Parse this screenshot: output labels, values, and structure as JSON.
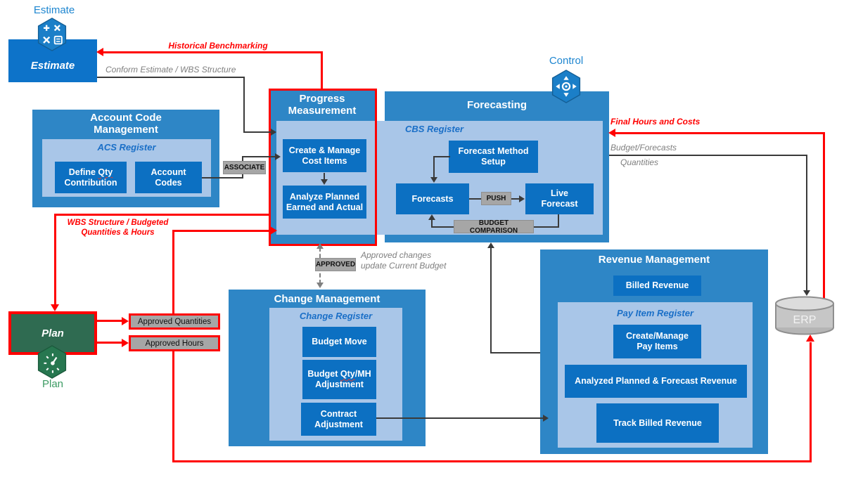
{
  "apps": {
    "estimate": {
      "label": "Estimate",
      "box": "Estimate"
    },
    "plan": {
      "label": "Plan",
      "box": "Plan"
    },
    "control": {
      "label": "Control"
    },
    "erp": {
      "label": "ERP"
    }
  },
  "sections": {
    "account_code_management": {
      "title": "Account Code Management",
      "register": "ACS Register",
      "define_qty": {
        "pre": "Define ",
        "underlined": "Qty",
        "post": " Contribution"
      },
      "account_codes": "Account Codes"
    },
    "progress_measurement": {
      "title": "Progress Measurement",
      "create_manage_cost_items": "Create & Manage Cost Items",
      "analyze_planned": "Analyze Planned Earned and Actual"
    },
    "forecasting": {
      "title": "Forecasting",
      "register": "CBS Register",
      "forecast_method_setup": "Forecast Method Setup",
      "forecasts": "Forecasts",
      "live_forecast": "Live Forecast",
      "push": "PUSH",
      "budget_comparison": "BUDGET COMPARISON"
    },
    "change_management": {
      "title": "Change Management",
      "register": "Change Register",
      "budget_move": "Budget Move",
      "budget_qty_mh": {
        "pre": "Budget ",
        "underlined": "Qty",
        "post": "/MH Adjustment"
      },
      "contract_adjustment": "Contract Adjustment"
    },
    "revenue_management": {
      "title": "Revenue Management",
      "billed_revenue": "Billed Revenue",
      "register": "Pay Item Register",
      "create_manage_pay_items": "Create/Manage Pay Items",
      "analyzed_planned_forecast_revenue": "Analyzed Planned & Forecast Revenue",
      "track_billed_revenue": "Track Billed Revenue"
    }
  },
  "flows": {
    "historical_benchmarking": "Historical Benchmarking",
    "conform_estimate": "Conform Estimate / WBS Structure",
    "wbs_structure": "WBS Structure / Budgeted Quantities & Hours",
    "associate": "ASSOCIATE",
    "approved": "APPROVED",
    "approved_changes_line1": "Approved changes",
    "approved_changes_line2": "update Current Budget",
    "approved_quantities": "Approved Quantities",
    "approved_hours": "Approved Hours",
    "final_hours_and_costs": "Final Hours and Costs",
    "budget_forecasts": "Budget/Forecasts",
    "quantities": "Quantities"
  },
  "colors": {
    "section_blue": "#2E86C6",
    "inner_blue": "#0C70C2",
    "register_blue": "#A9C6E8",
    "register_text": "#1A6FC7",
    "accent_red": "#FF0000",
    "tag_gray": "#A6A6A6",
    "plan_green": "#2F6B51",
    "estimate_blue": "#0D73C9",
    "line_dark": "#3A3A3A",
    "gray_text": "#7F7F7F"
  }
}
